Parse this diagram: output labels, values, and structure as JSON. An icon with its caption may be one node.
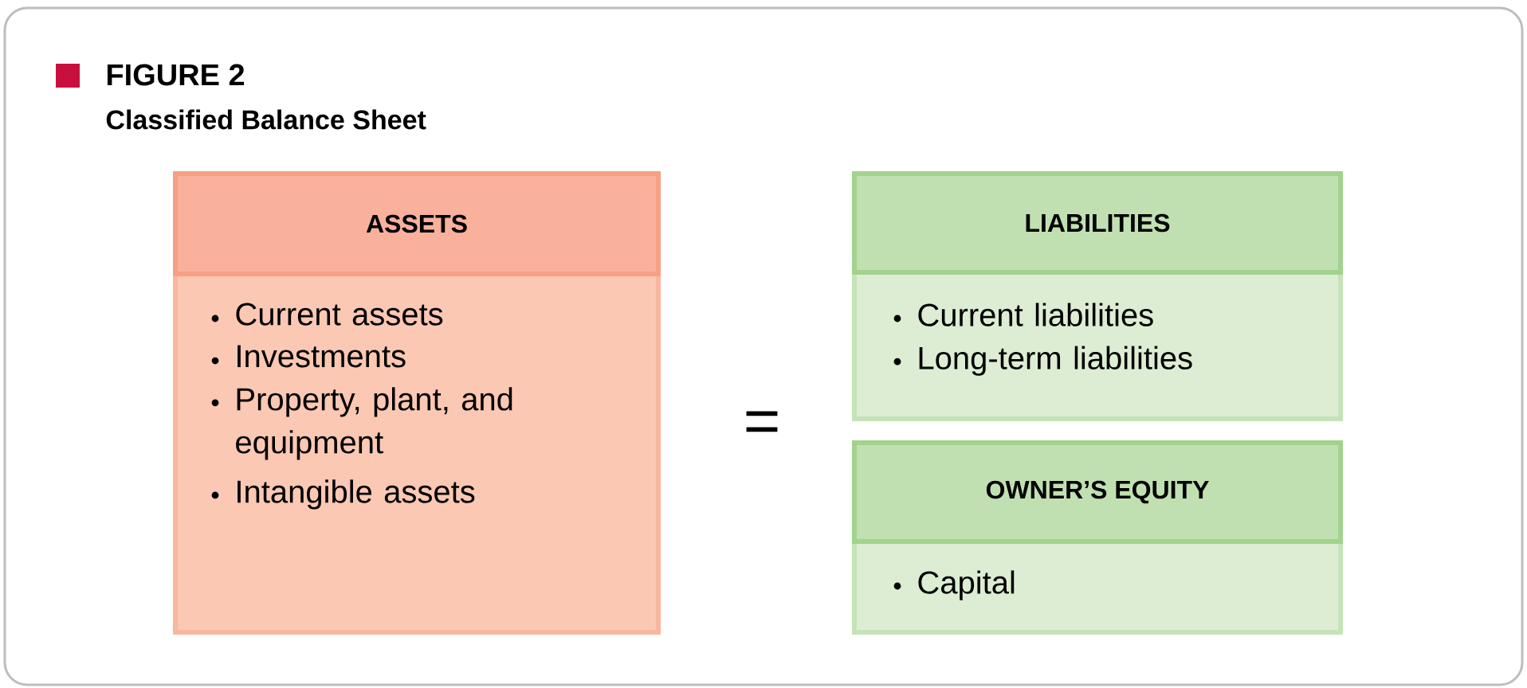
{
  "diagram": {
    "title": "FIGURE 2",
    "caption": "Classified Balance Sheet",
    "nodes": [
      {
        "text": [
          "ASSETS",
          "Current assets",
          "Investments",
          "Property, plant, and equipment",
          "Intangible assets"
        ]
      },
      {
        "text": [
          "LIABILITIES",
          "Current liabilities",
          "Long-term liabilities"
        ]
      },
      {
        "text": [
          "OWNER’S EQUITY",
          "Capital"
        ]
      }
    ],
    "labels": [
      "="
    ]
  }
}
